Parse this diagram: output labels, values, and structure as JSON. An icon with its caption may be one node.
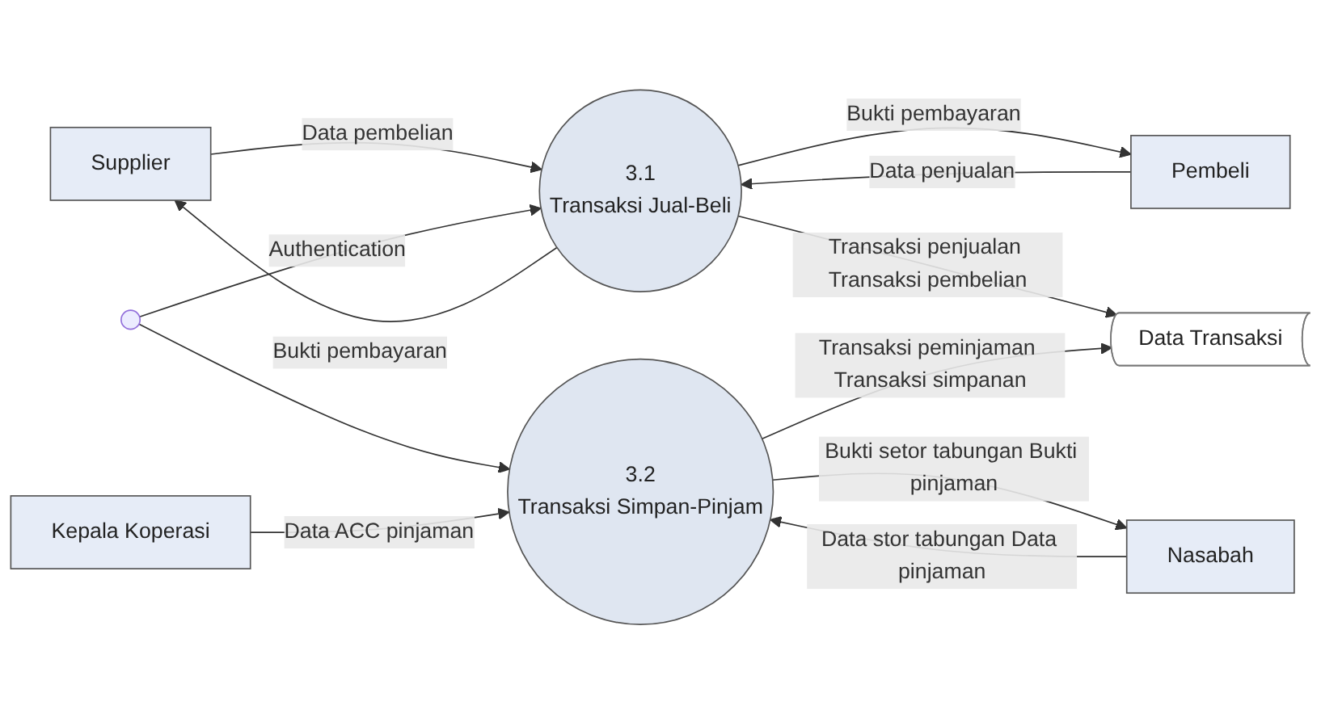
{
  "diagram": {
    "nodes": [
      {
        "text": [
          "Supplier"
        ]
      },
      {
        "text": [],
        "shape": "circle"
      },
      {
        "text": [
          "Nasabah"
        ]
      },
      {
        "text": [
          "Pembeli"
        ]
      },
      {
        "text": [
          "3.1",
          "Transaksi Jual-Beli"
        ]
      },
      {
        "text": [
          "3.2",
          "Transaksi Simpan-Pinjam"
        ]
      },
      {
        "text": [
          "Kepala Koperasi"
        ]
      },
      {
        "text": [
          "Data Transaksi"
        ]
      }
    ],
    "edges": [
      {
        "from": 4,
        "to": 0,
        "arrow": "to",
        "label": "Bukti pembayaran"
      },
      {
        "from": 0,
        "to": 4,
        "arrow": "to",
        "label": "Data pembelian"
      },
      {
        "from": 4,
        "to": 3,
        "arrow": "to",
        "label": "Bukti pembayaran"
      },
      {
        "from": 3,
        "to": 4,
        "arrow": "to",
        "label": "Data penjualan"
      },
      {
        "from": 1,
        "to": 4,
        "arrow": "to",
        "label": "Authentication"
      },
      {
        "from": 1,
        "to": 5,
        "arrow": "to"
      },
      {
        "from": 5,
        "to": 2,
        "arrow": "to",
        "label": "Bukti setor tabungan Bukti pinjaman"
      },
      {
        "from": 2,
        "to": 5,
        "arrow": "to",
        "label": "Data stor tabungan Data pinjaman"
      },
      {
        "from": 6,
        "to": 5,
        "arrow": "to",
        "label": "Data ACC pinjaman"
      },
      {
        "from": 4,
        "to": 7,
        "arrow": "to",
        "label": "Transaksi penjualan Transaksi pembelian"
      },
      {
        "from": 5,
        "to": 7,
        "arrow": "to",
        "label": "Transaksi peminjaman Transaksi simpanan"
      }
    ]
  }
}
